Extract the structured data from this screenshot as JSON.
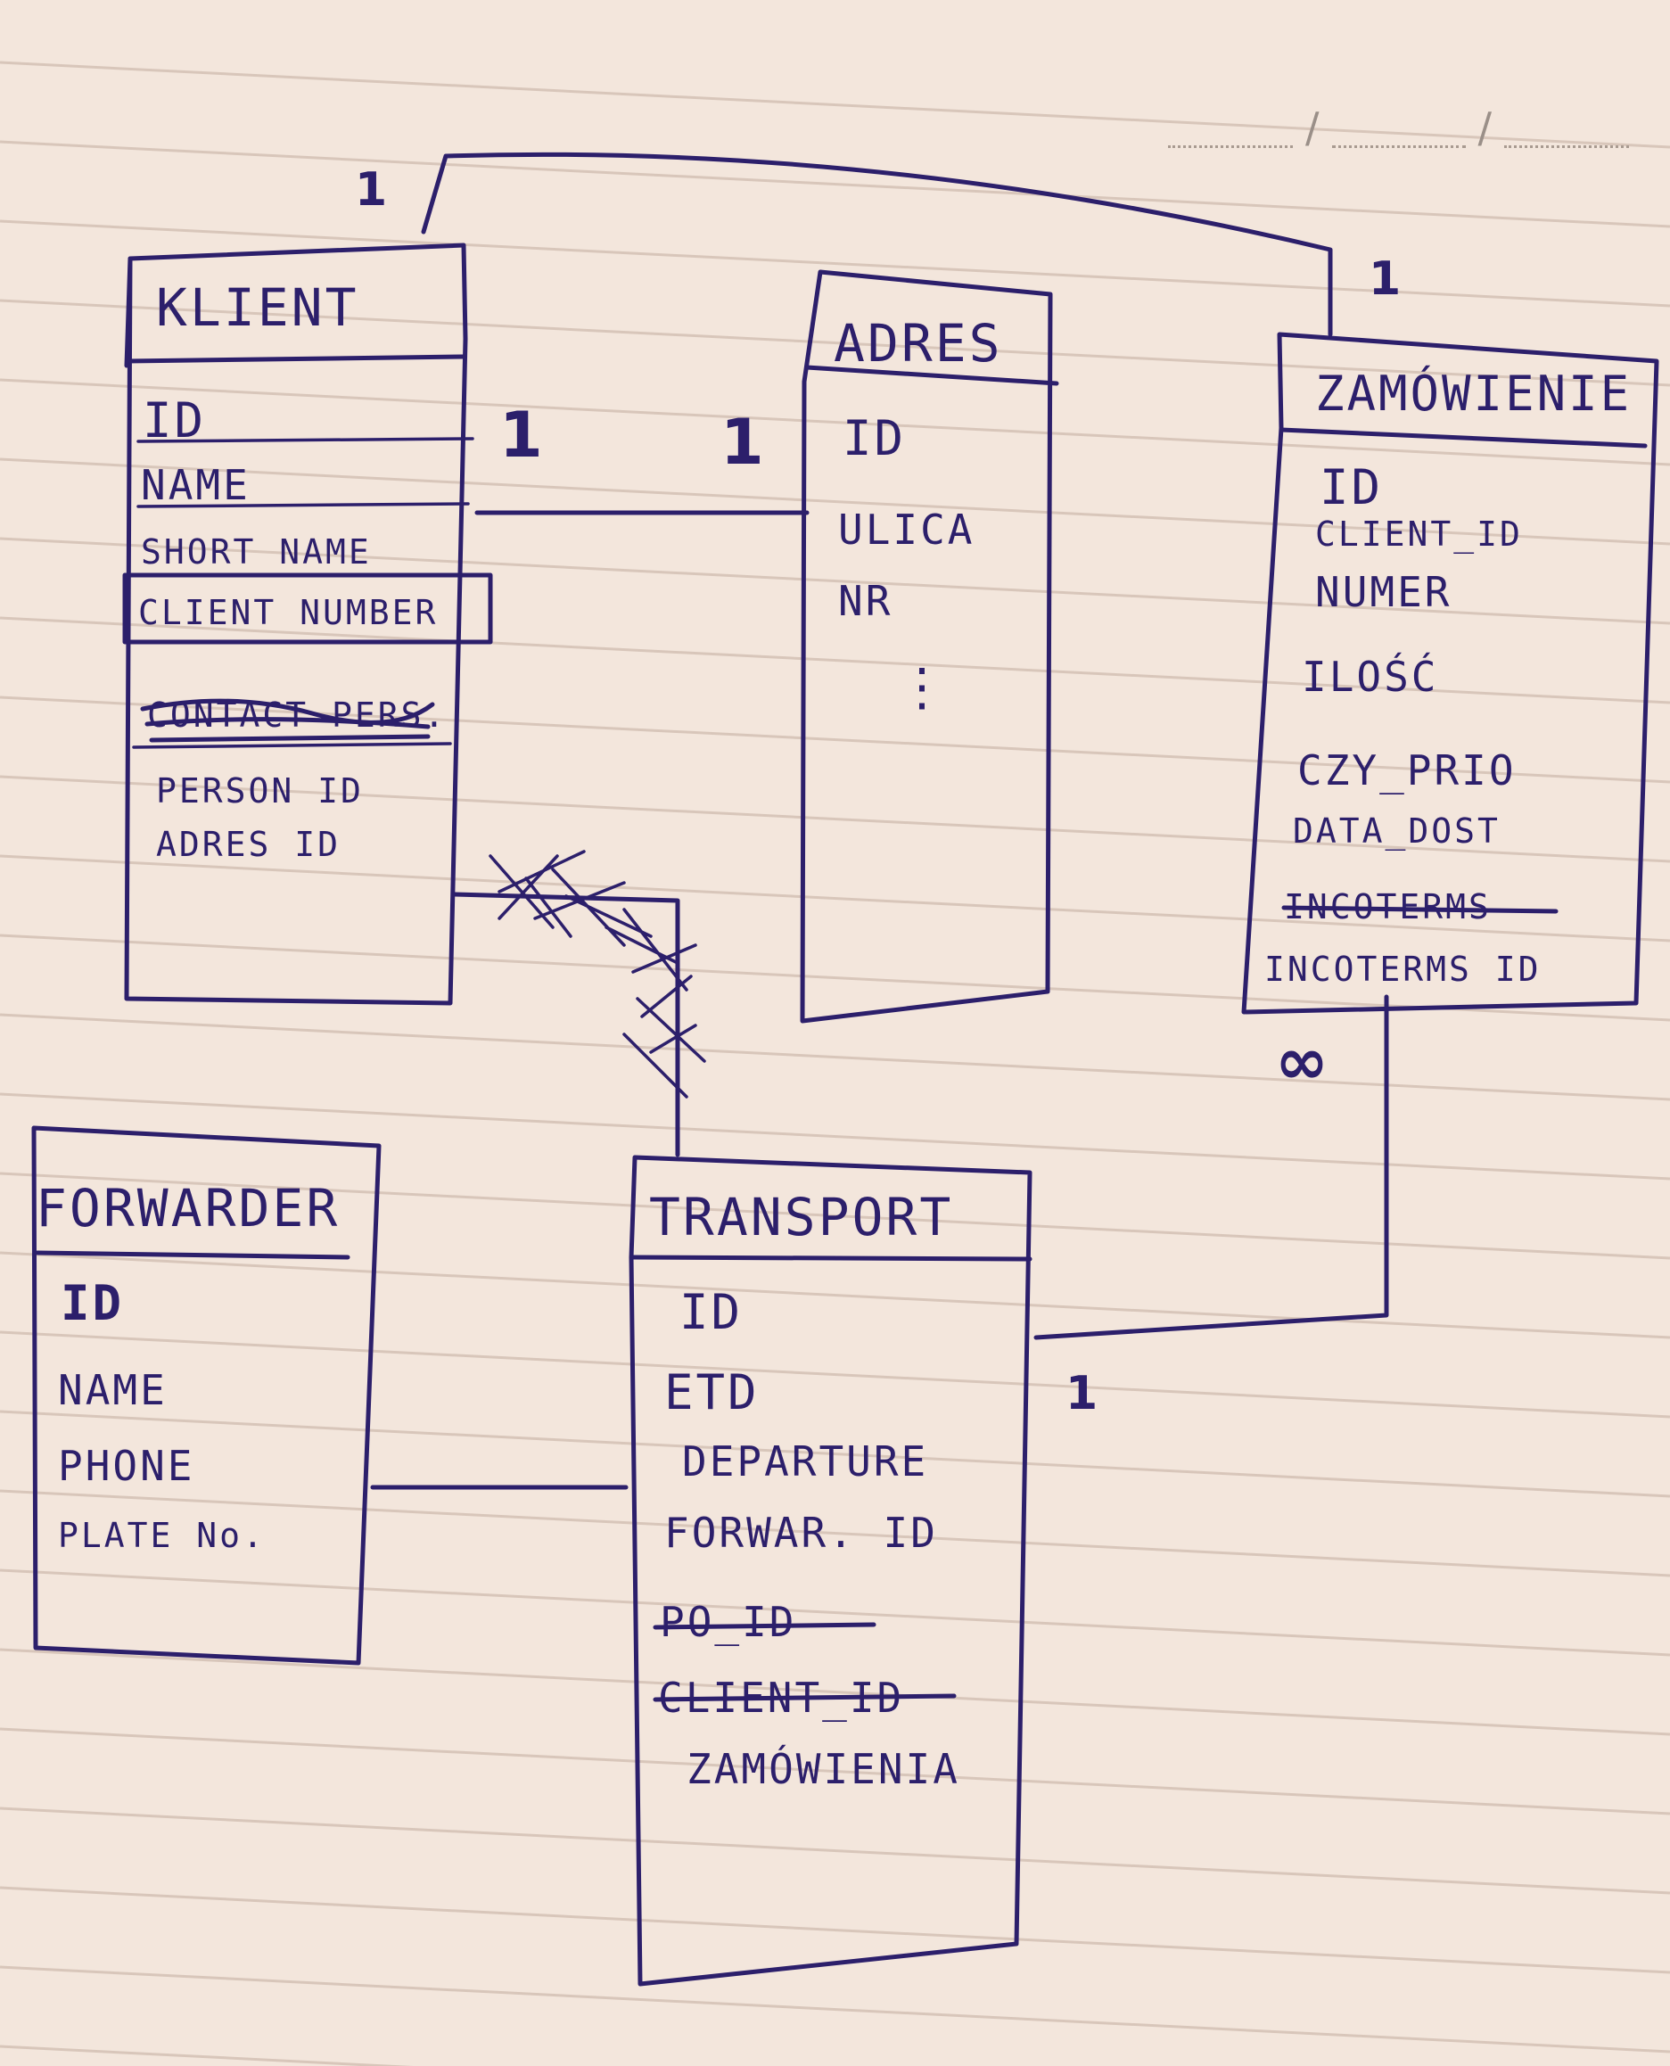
{
  "header": {
    "date_separator": "/"
  },
  "entities": {
    "klient": {
      "title": "KLIENT",
      "fields": [
        "ID",
        "NAME",
        "SHORT NAME",
        "CLIENT NUMBER",
        "CONTACT PERS.",
        "PERSON ID",
        "ADRES ID"
      ]
    },
    "adres": {
      "title": "ADRES",
      "fields": [
        "ID",
        "ULICA",
        "NR",
        "⋮"
      ]
    },
    "zamowienie": {
      "title": "ZAMÓWIENIE",
      "fields": [
        "ID",
        "CLIENT_ID",
        "NUMER",
        "ILOŚĆ",
        "CZY_PRIO",
        "DATA_DOST",
        "INCOTERMS",
        "INCOTERMS ID"
      ]
    },
    "forwarder": {
      "title": "FORWARDER",
      "fields": [
        "ID",
        "NAME",
        "PHONE",
        "PLATE No."
      ]
    },
    "transport": {
      "title": "TRANSPORT",
      "fields": [
        "ID",
        "ETD",
        "DEPARTURE",
        "FORWAR. ID",
        "PO_ID",
        "CLIENT_ID",
        "ZAMÓWIENIA"
      ]
    }
  },
  "cardinalities": {
    "klient_zamowienie_klient": "1",
    "klient_zamowienie_zamowienie": "1",
    "klient_adres_klient": "1",
    "klient_adres_adres": "1",
    "zamowienie_transport_many": "∞",
    "zamowienie_transport_one": "1"
  }
}
